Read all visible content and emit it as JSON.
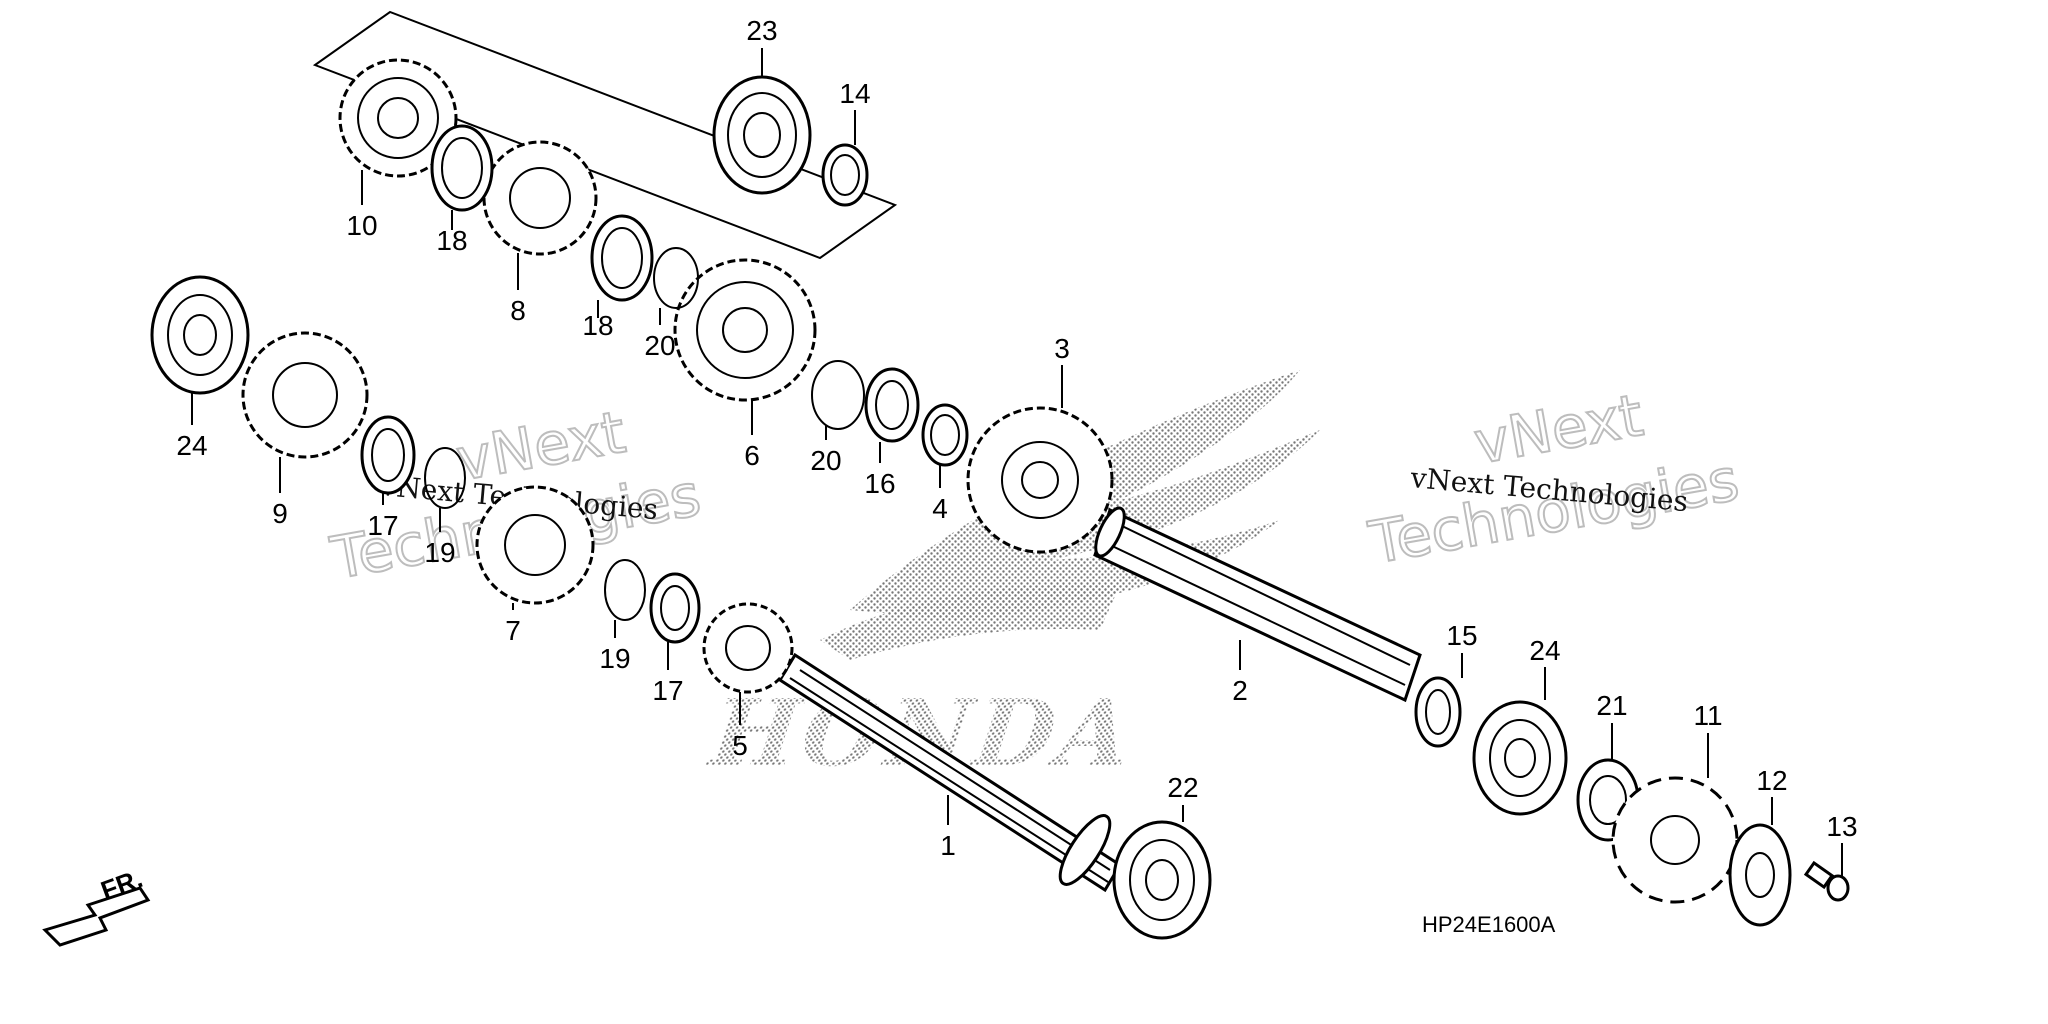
{
  "diagram": {
    "code": "HP24E1600A",
    "direction_label": "FR.",
    "logo_text": "HONDA",
    "watermarks": [
      {
        "line1": "vNext",
        "line2": "Technologies"
      },
      {
        "line1": "vNext",
        "line2": "Technologies"
      }
    ],
    "watermark_captions": [
      "vNext Technologies",
      "vNext Technologies"
    ],
    "callouts": [
      "1",
      "2",
      "3",
      "4",
      "5",
      "6",
      "7",
      "8",
      "9",
      "10",
      "11",
      "12",
      "13",
      "14",
      "15",
      "16",
      "17",
      "17",
      "18",
      "18",
      "19",
      "19",
      "20",
      "20",
      "21",
      "22",
      "23",
      "24",
      "24"
    ]
  }
}
